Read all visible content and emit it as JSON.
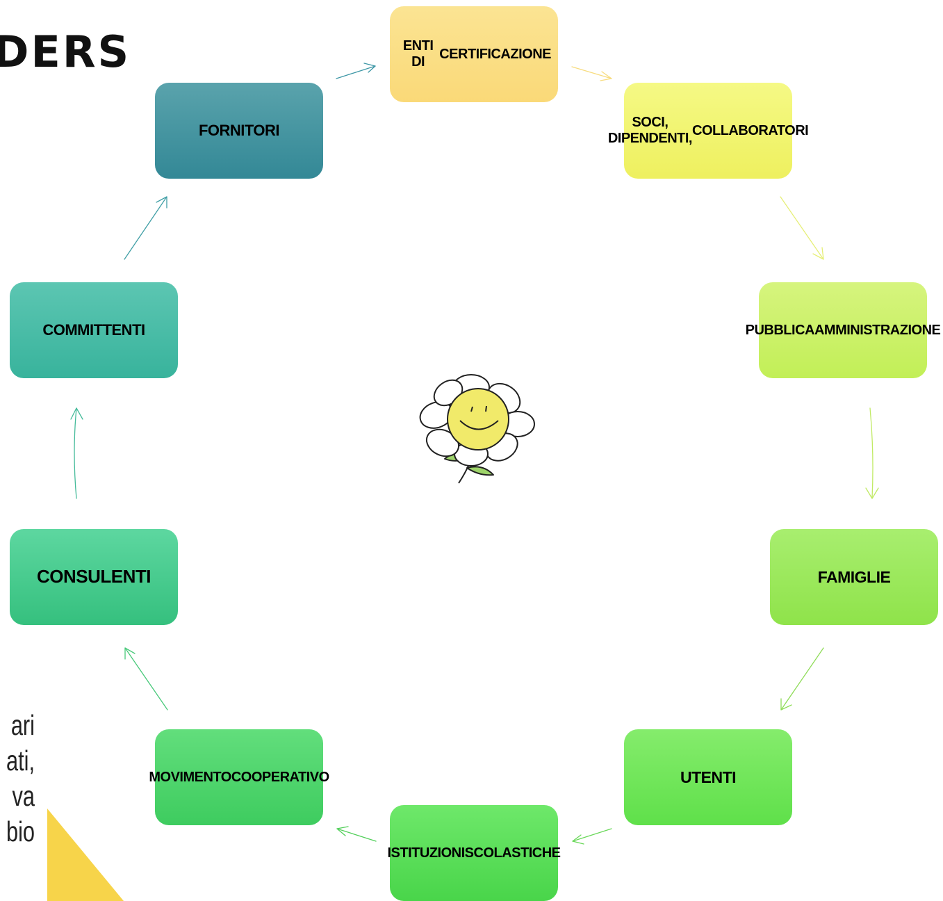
{
  "title": "DERS",
  "nodes": [
    {
      "id": "enti",
      "lines": [
        "ENTI DI",
        "CERTIFICAZIONE"
      ],
      "color_top": "#fbe493",
      "color_bottom": "#fad978"
    },
    {
      "id": "soci",
      "lines": [
        "SOCI, DIPENDENTI,",
        "COLLABORATORI"
      ],
      "color_top": "#f5f985",
      "color_bottom": "#eef05f"
    },
    {
      "id": "pubblica",
      "lines": [
        "PUBBLICA",
        "AMMINISTRAZIONE"
      ],
      "color_top": "#d6f47e",
      "color_bottom": "#c2ef57"
    },
    {
      "id": "famiglie",
      "lines": [
        "FAMIGLIE"
      ],
      "color_top": "#a8ee6f",
      "color_bottom": "#8fe34a"
    },
    {
      "id": "utenti",
      "lines": [
        "UTENTI"
      ],
      "color_top": "#85ec6c",
      "color_bottom": "#5fe04a"
    },
    {
      "id": "istituzioni",
      "lines": [
        "ISTITUZIONI",
        "SCOLASTICHE"
      ],
      "color_top": "#6ee86a",
      "color_bottom": "#49d54a"
    },
    {
      "id": "movimento",
      "lines": [
        "MOVIMENTO",
        "COOPERATIVO"
      ],
      "color_top": "#62de7c",
      "color_bottom": "#3ecc5f"
    },
    {
      "id": "consulenti",
      "lines": [
        "CONSULENTI"
      ],
      "color_top": "#5dd7a0",
      "color_bottom": "#35c07e"
    },
    {
      "id": "committenti",
      "lines": [
        "COMMITTENTI"
      ],
      "color_top": "#5cc6b2",
      "color_bottom": "#38b39c"
    },
    {
      "id": "fornitori",
      "lines": [
        "FORNITORI"
      ],
      "color_top": "#5aa3ac",
      "color_bottom": "#338896"
    }
  ],
  "side_text": [
    "ari",
    "ati,",
    "va",
    "bio"
  ],
  "colors": {
    "triangle": "#f7d44a",
    "flower_face": "#f1ea6a",
    "leaf": "#9ed46a"
  }
}
